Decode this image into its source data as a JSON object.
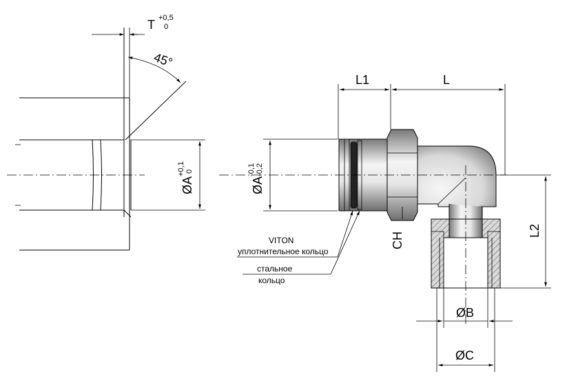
{
  "labels": {
    "t_label": "T",
    "t_tol_upper": "+0,5",
    "t_tol_lower": "0",
    "angle": "45°",
    "pipe_dia": "ØA",
    "pipe_tol_upper": "+0,1",
    "pipe_tol_lower": "0",
    "fitting_dia": "ØA",
    "fitting_tol_upper": "-0,1",
    "fitting_tol_lower": "-0,2",
    "l1": "L1",
    "l": "L",
    "l2": "L2",
    "ch": "CH",
    "b": "ØB",
    "c": "ØC",
    "viton_line1": "VITON",
    "viton_line2": "уплотнительное кольцо",
    "steel_line1": "стальное",
    "steel_line2": "кольцо"
  },
  "colors": {
    "line": "#000000",
    "metal_light": "#f2f2f2",
    "metal_dark": "#8a8a8a",
    "hatch": "#c8c8c8"
  }
}
